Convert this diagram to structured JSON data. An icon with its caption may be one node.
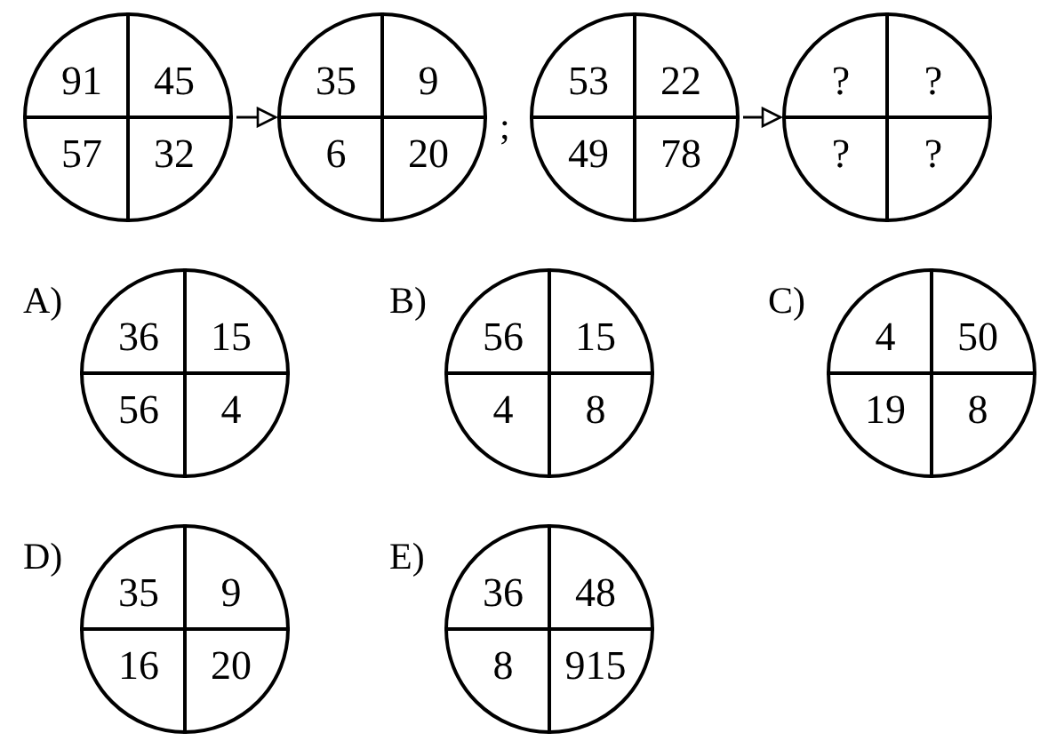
{
  "diagram": {
    "nodes": [
      {
        "text": [
          "91",
          "45",
          "57",
          "32"
        ]
      },
      {
        "text": [
          "35",
          "9",
          "6",
          "20"
        ]
      },
      {
        "text": [
          "53",
          "22",
          "49",
          "78"
        ]
      },
      {
        "text": [
          "?",
          "?",
          "?",
          "?"
        ]
      },
      {
        "text": [
          "36",
          "15",
          "56",
          "4"
        ],
        "beside": [
          "A)"
        ]
      },
      {
        "text": [
          "56",
          "15",
          "4",
          "8"
        ],
        "beside": [
          "B)"
        ]
      },
      {
        "text": [
          "4",
          "50",
          "19",
          "8"
        ],
        "beside": [
          "C)"
        ]
      },
      {
        "text": [
          "35",
          "9",
          "16",
          "20"
        ],
        "beside": [
          "D)"
        ]
      },
      {
        "text": [
          "36",
          "48",
          "8",
          "915"
        ],
        "beside": [
          "E)"
        ]
      }
    ],
    "edges": [
      {
        "from": 0,
        "to": 1,
        "arrow": "to"
      },
      {
        "from": 2,
        "to": 3,
        "arrow": "to"
      }
    ],
    "labels": [
      ";"
    ]
  }
}
